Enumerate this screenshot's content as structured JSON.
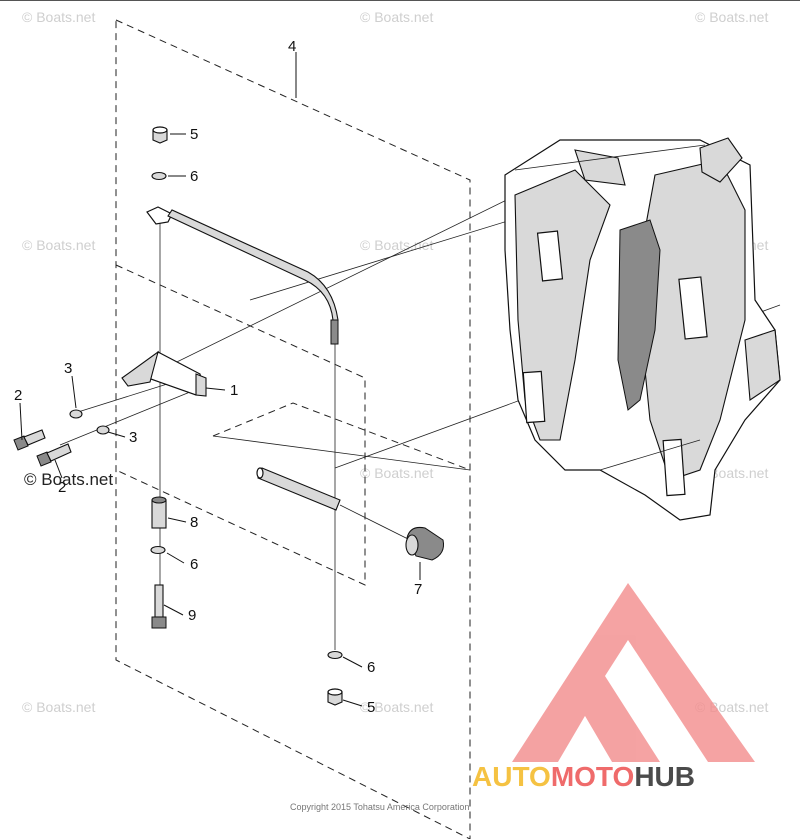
{
  "diagram": {
    "callouts": {
      "c1": "1",
      "c2a": "2",
      "c2b": "2",
      "c3a": "3",
      "c3b": "3",
      "c4": "4",
      "c5a": "5",
      "c5b": "5",
      "c6a": "6",
      "c6b": "6",
      "c6c": "6",
      "c7": "7",
      "c8": "8",
      "c9": "9"
    },
    "copyright": "Copyright 2015 Tohatsu America Corporation"
  },
  "watermark": {
    "text": "© Boats.net",
    "prominent_text": "© Boats.net"
  },
  "brand": {
    "part1": "AUTO",
    "part2": "MOTO",
    "part3": "HUB",
    "colors": {
      "auto": "#f5c242",
      "moto": "#ef6b6b",
      "hub": "#4b4b4b",
      "logo": "#f28c8c"
    }
  }
}
